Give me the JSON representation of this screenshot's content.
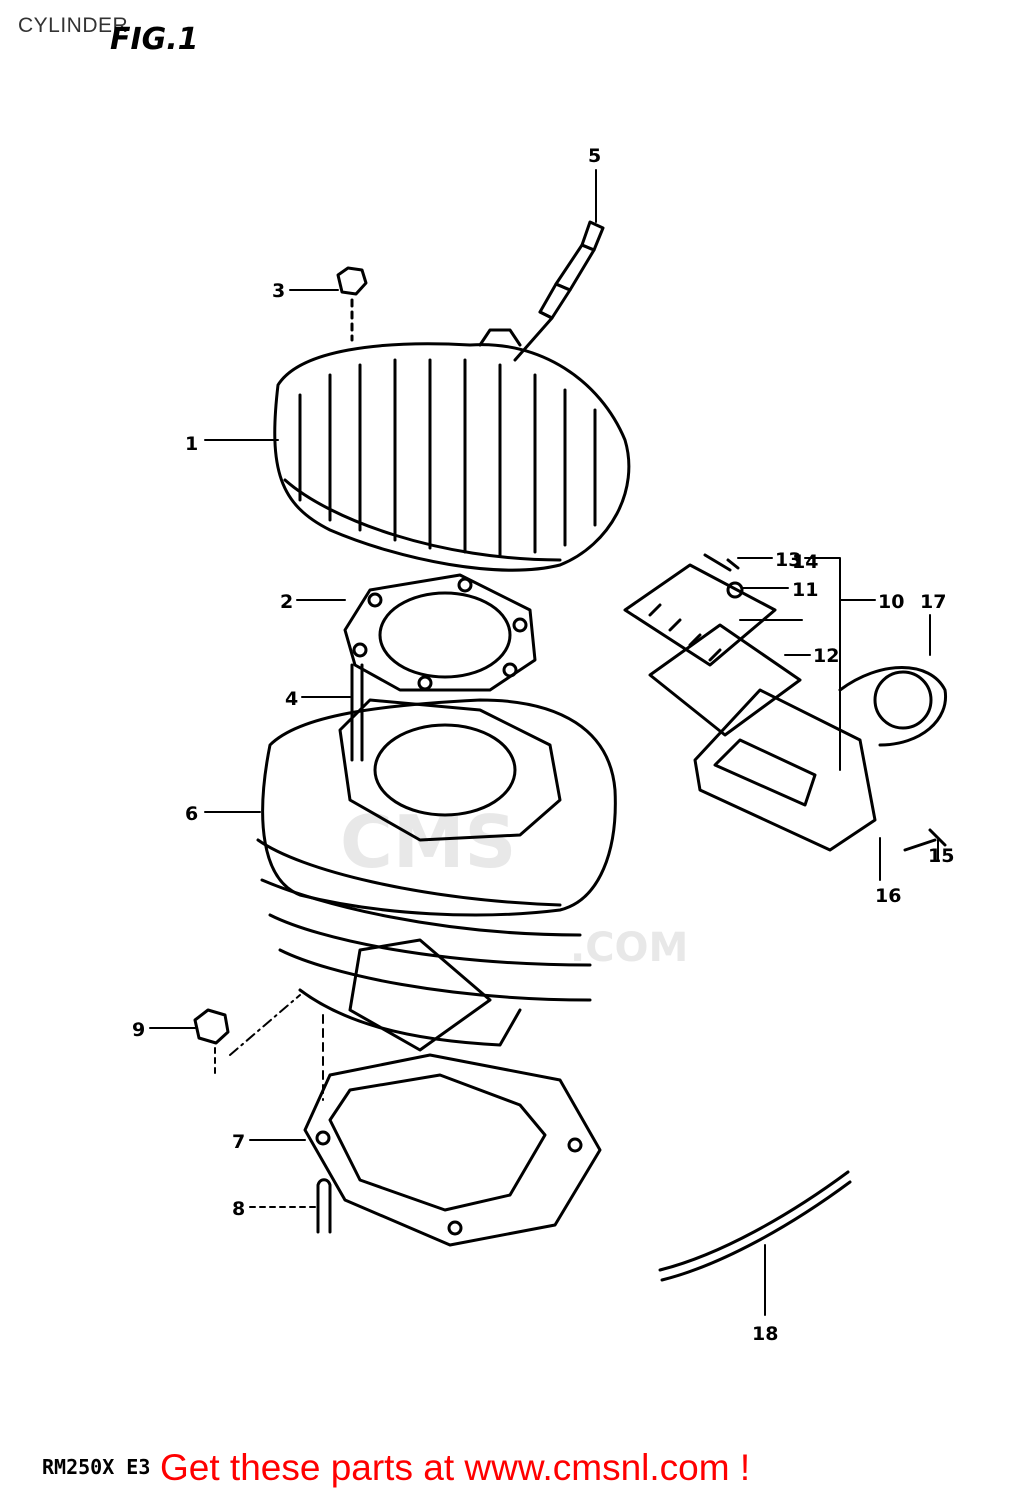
{
  "header": {
    "caption": "CYLINDER",
    "fig_label": "FIG.1"
  },
  "watermark": {
    "brand": "CMS",
    "domain": ".COM"
  },
  "callouts": [
    {
      "n": "1",
      "part": "cylinder-head"
    },
    {
      "n": "2",
      "part": "head-gasket"
    },
    {
      "n": "3",
      "part": "head-nut"
    },
    {
      "n": "4",
      "part": "stud"
    },
    {
      "n": "5",
      "part": "spark-plug"
    },
    {
      "n": "6",
      "part": "cylinder"
    },
    {
      "n": "7",
      "part": "base-gasket"
    },
    {
      "n": "8",
      "part": "dowel-pin"
    },
    {
      "n": "9",
      "part": "cylinder-nut"
    },
    {
      "n": "10",
      "part": "reed-valve-assy"
    },
    {
      "n": "11",
      "part": "reed-plate"
    },
    {
      "n": "12",
      "part": "reed-gasket"
    },
    {
      "n": "13",
      "part": "screw"
    },
    {
      "n": "14",
      "part": "washer"
    },
    {
      "n": "15",
      "part": "bolt"
    },
    {
      "n": "16",
      "part": "intake-pipe"
    },
    {
      "n": "17",
      "part": "clamp"
    },
    {
      "n": "18",
      "part": "hose"
    }
  ],
  "footer": {
    "model": "RM250X E3",
    "promo": "Get these parts at www.cmsnl.com !"
  }
}
